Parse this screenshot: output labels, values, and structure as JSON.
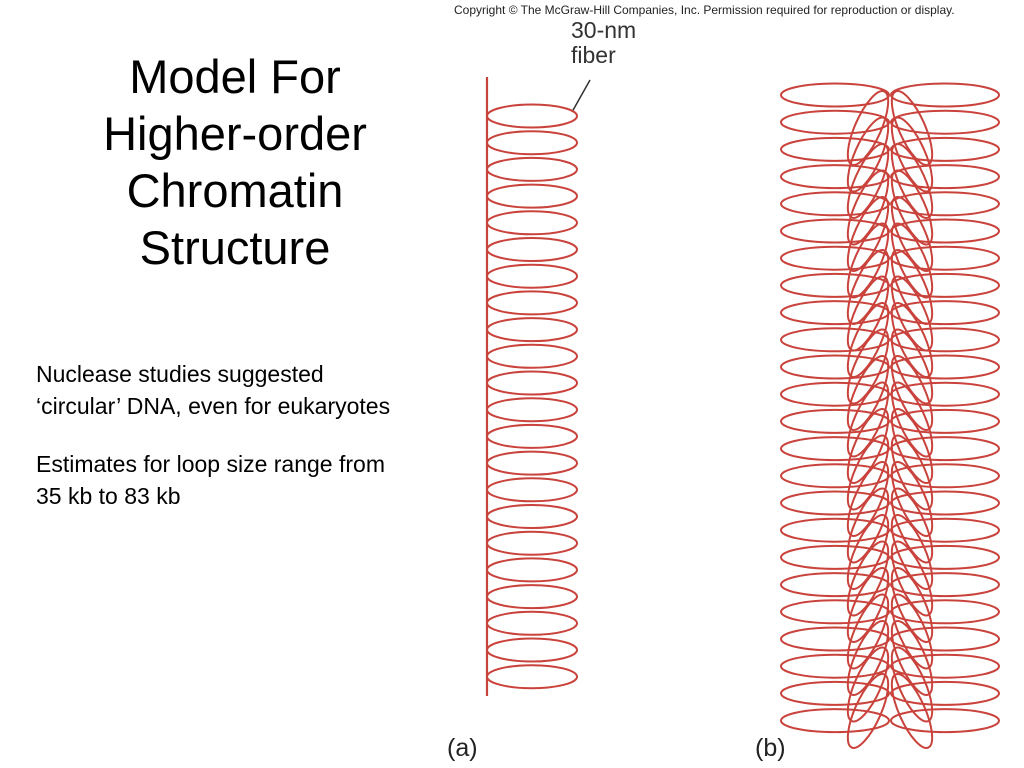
{
  "copyright": "Copyright © The McGraw-Hill Companies, Inc. Permission required for reproduction or display.",
  "title": {
    "line1": "Model For",
    "line2": "Higher-order",
    "line3": "Chromatin",
    "line4": "Structure"
  },
  "bullets": [
    {
      "line1": "Nuclease studies suggested",
      "line2": "‘circular’ DNA, even for eukaryotes"
    },
    {
      "line1": "Estimates for loop size range from",
      "line2": "35 kb to 83 kb"
    }
  ],
  "diagram": {
    "fiber_label_line1": "30-nm",
    "fiber_label_line2": "fiber",
    "panel_a_label": "(a)",
    "panel_b_label": "(b)",
    "loop_color": "#c9433c"
  }
}
